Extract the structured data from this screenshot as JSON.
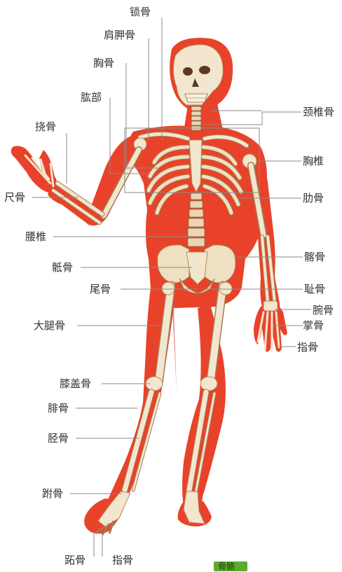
{
  "labels": {
    "clavicle": "锁骨",
    "scapula": "肩胛骨",
    "sternum": "胸骨",
    "humerus": "肱部",
    "radius": "挠骨",
    "ulna": "尺骨",
    "lumbar": "腰椎",
    "sacrum": "骶骨",
    "coccyx": "尾骨",
    "femur": "大腿骨",
    "patella": "膝盖骨",
    "fibula": "腓骨",
    "tibia": "胫骨",
    "tarsal": "跗骨",
    "metatarsal": "跖骨",
    "toe_phalanx": "指骨",
    "cervical": "颈椎骨",
    "thoracic": "胸椎",
    "rib": "肋骨",
    "ilium": "髂骨",
    "pubis": "耻骨",
    "carpal": "腕骨",
    "metacarpal": "掌骨",
    "finger_phalanx": "指骨"
  },
  "badge": {
    "text": "骨骼",
    "color": "#5cab2f"
  },
  "colors": {
    "body": "#e8432a",
    "bone": "#f3e6cf",
    "leader": "#8a8a8a"
  }
}
